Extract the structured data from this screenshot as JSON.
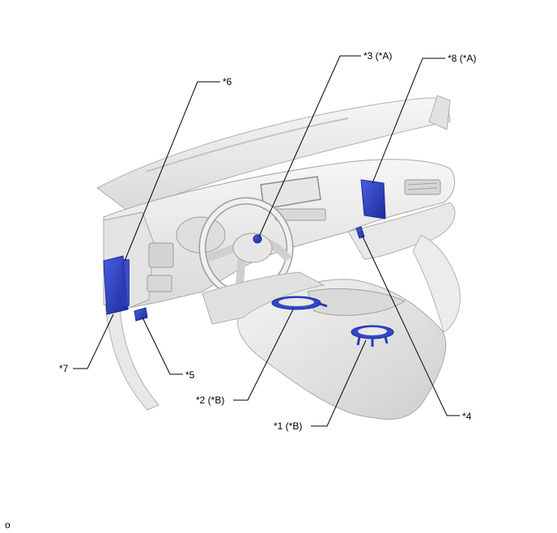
{
  "callouts": {
    "c1": "*1 (*B)",
    "c2": "*2 (*B)",
    "c3": "*3 (*A)",
    "c4": "*4",
    "c5": "*5",
    "c6": "*6",
    "c7": "*7",
    "c8": "*8 (*A)"
  },
  "footer": {
    "code": "o"
  },
  "colors": {
    "component_highlight": "#3346c8",
    "component_dark": "#1c2c9a",
    "interior_light": "#efefef",
    "interior_shadow": "#c9c9c9",
    "outline": "#a8a8a8"
  }
}
